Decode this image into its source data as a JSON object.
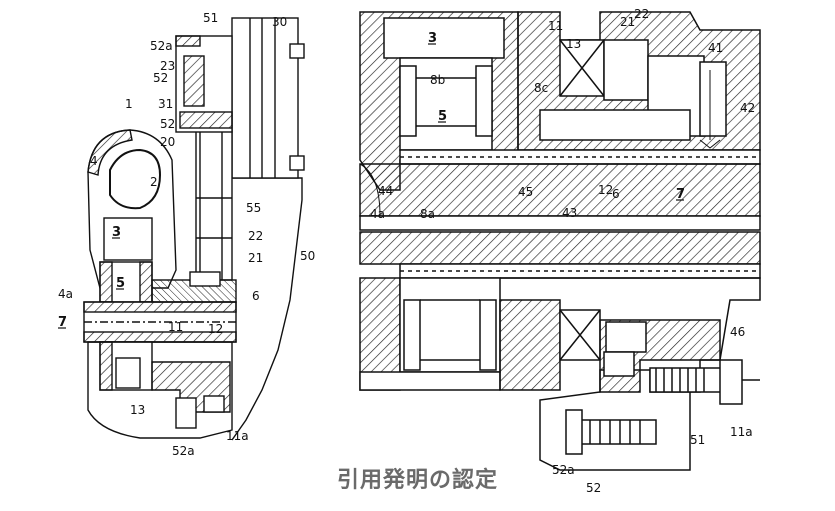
{
  "caption": "引用発明の認定",
  "left_labels": [
    "51",
    "30",
    "52a",
    "23",
    "52",
    "31",
    "52",
    "1",
    "20",
    "4",
    "2",
    "55",
    "3",
    "22",
    "50",
    "5",
    "21",
    "4a",
    "6",
    "12",
    "7",
    "11",
    "13",
    "11a",
    "52a"
  ],
  "right_labels": [
    "3",
    "11",
    "21",
    "22",
    "41",
    "13",
    "8b",
    "8c",
    "42",
    "5",
    "7",
    "12",
    "44",
    "45",
    "6",
    "43",
    "4a",
    "8a",
    "46",
    "11a",
    "51",
    "52a",
    "52"
  ],
  "underlined_labels": [
    "3",
    "5",
    "7"
  ]
}
